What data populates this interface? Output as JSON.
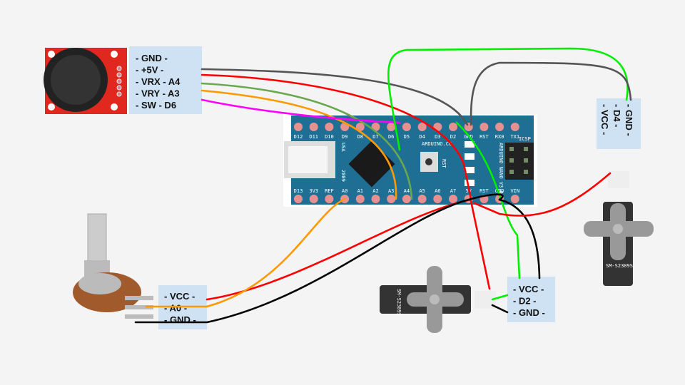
{
  "joystick": {
    "labels": [
      "- GND -",
      "- +5V -",
      "- VRX - A4",
      "- VRY - A3",
      "- SW - D6"
    ]
  },
  "potentiometer": {
    "labels": [
      "- VCC -",
      "- A0 -",
      "- GND -"
    ]
  },
  "servo_bottom": {
    "labels": [
      "- VCC -",
      "- D2 -",
      "- GND -"
    ],
    "model": "SM-S2309S"
  },
  "servo_right": {
    "labels": [
      "- GND -",
      "- D4 -",
      "- VCC -"
    ],
    "model": "SM-S2309S"
  },
  "arduino": {
    "top_pins": [
      "D12",
      "D11",
      "D10",
      "D9",
      "D8",
      "D7",
      "D6",
      "D5",
      "D4",
      "D3",
      "D2",
      "GND",
      "RST",
      "RX0",
      "TX1"
    ],
    "bottom_pins": [
      "D13",
      "3V3",
      "REF",
      "A0",
      "A1",
      "A2",
      "A3",
      "A4",
      "A5",
      "A6",
      "A7",
      "5V",
      "RST",
      "GND",
      "VIN"
    ],
    "brand": "ARDUINO.CC",
    "model": "ARDUINO NANO V3.0",
    "usa": "USA",
    "year": "2009",
    "rst": "RST",
    "icsp": "ICSP"
  },
  "colors": {
    "board": "#1f6f95",
    "label_box": "#cfe2f3",
    "gnd": "#555555",
    "vcc": "#ff0000",
    "vrx": "#6aa84f",
    "vry": "#ff9900",
    "sw": "#ff00ff",
    "signal": "#00ee00",
    "ground_black": "#000000"
  }
}
